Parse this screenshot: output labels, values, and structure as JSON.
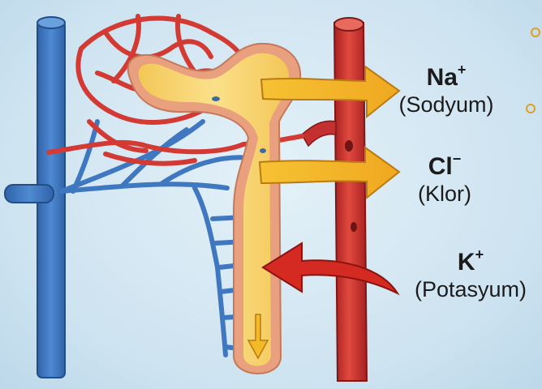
{
  "ions": {
    "na": {
      "symbol": "Na",
      "charge": "+",
      "name": "(Sodyum)"
    },
    "cl": {
      "symbol": "Cl",
      "charge": "−",
      "name": "(Klor)"
    },
    "k": {
      "symbol": "K",
      "charge": "+",
      "name": "(Potasyum)"
    }
  },
  "colors": {
    "background": "#cde3f0",
    "vein": "#3f78c0",
    "artery": "#d33a33",
    "tubule": "#f7d36a",
    "tubule_wall": "#e9a07e",
    "reabsorption_arrow": "#f2b928",
    "secretion_arrow": "#d42a22"
  }
}
